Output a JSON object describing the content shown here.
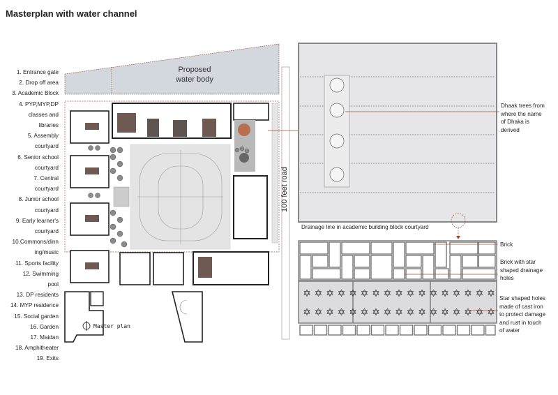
{
  "title": "Masterplan with water channel",
  "legend": [
    "1. Entrance gate",
    "2. Drop off area",
    "3. Academic Block",
    "4. PYP,MYP,DP",
    "classes and",
    "libraries",
    "5. Assembly",
    "courtyard",
    "6. Senior school",
    "courtyard",
    "7. Central",
    "courtyard",
    "8. Junior school",
    "courtyard",
    "9. Early learner's",
    "courtyard",
    "10.Commons/dinn",
    "ing/music",
    "11. Sports facility",
    "12. Swimming",
    "pool",
    "13. DP residents",
    "14. MYP residence",
    "15. Social garden",
    "16. Garden",
    "17. Maidan",
    "18. Amphitheater",
    "19. Exits"
  ],
  "plan": {
    "water_body_line1": "Proposed",
    "water_body_line2": "water body",
    "road_label": "100 feet road",
    "master_plan_label": "Master plan"
  },
  "courtyard_detail": {
    "caption": "Drainage line in academic building block courtyard",
    "dhaak_note": [
      "Dhaak trees from",
      "where the name",
      "of Dhaka is",
      "derived"
    ]
  },
  "brick_detail": {
    "brick_note": "Brick",
    "star_brick_note": [
      "Brick with star",
      "shaped drainage",
      "holes"
    ],
    "cast_iron_note": [
      "Star shaped holes",
      "made of cast iron",
      "to protect damage",
      "and rust in touch",
      "of water"
    ]
  },
  "colors": {
    "accent": "#a0522d",
    "building_fill": "#6e5a52",
    "water": "#d3d7de",
    "panel": "#e6e6e8"
  }
}
